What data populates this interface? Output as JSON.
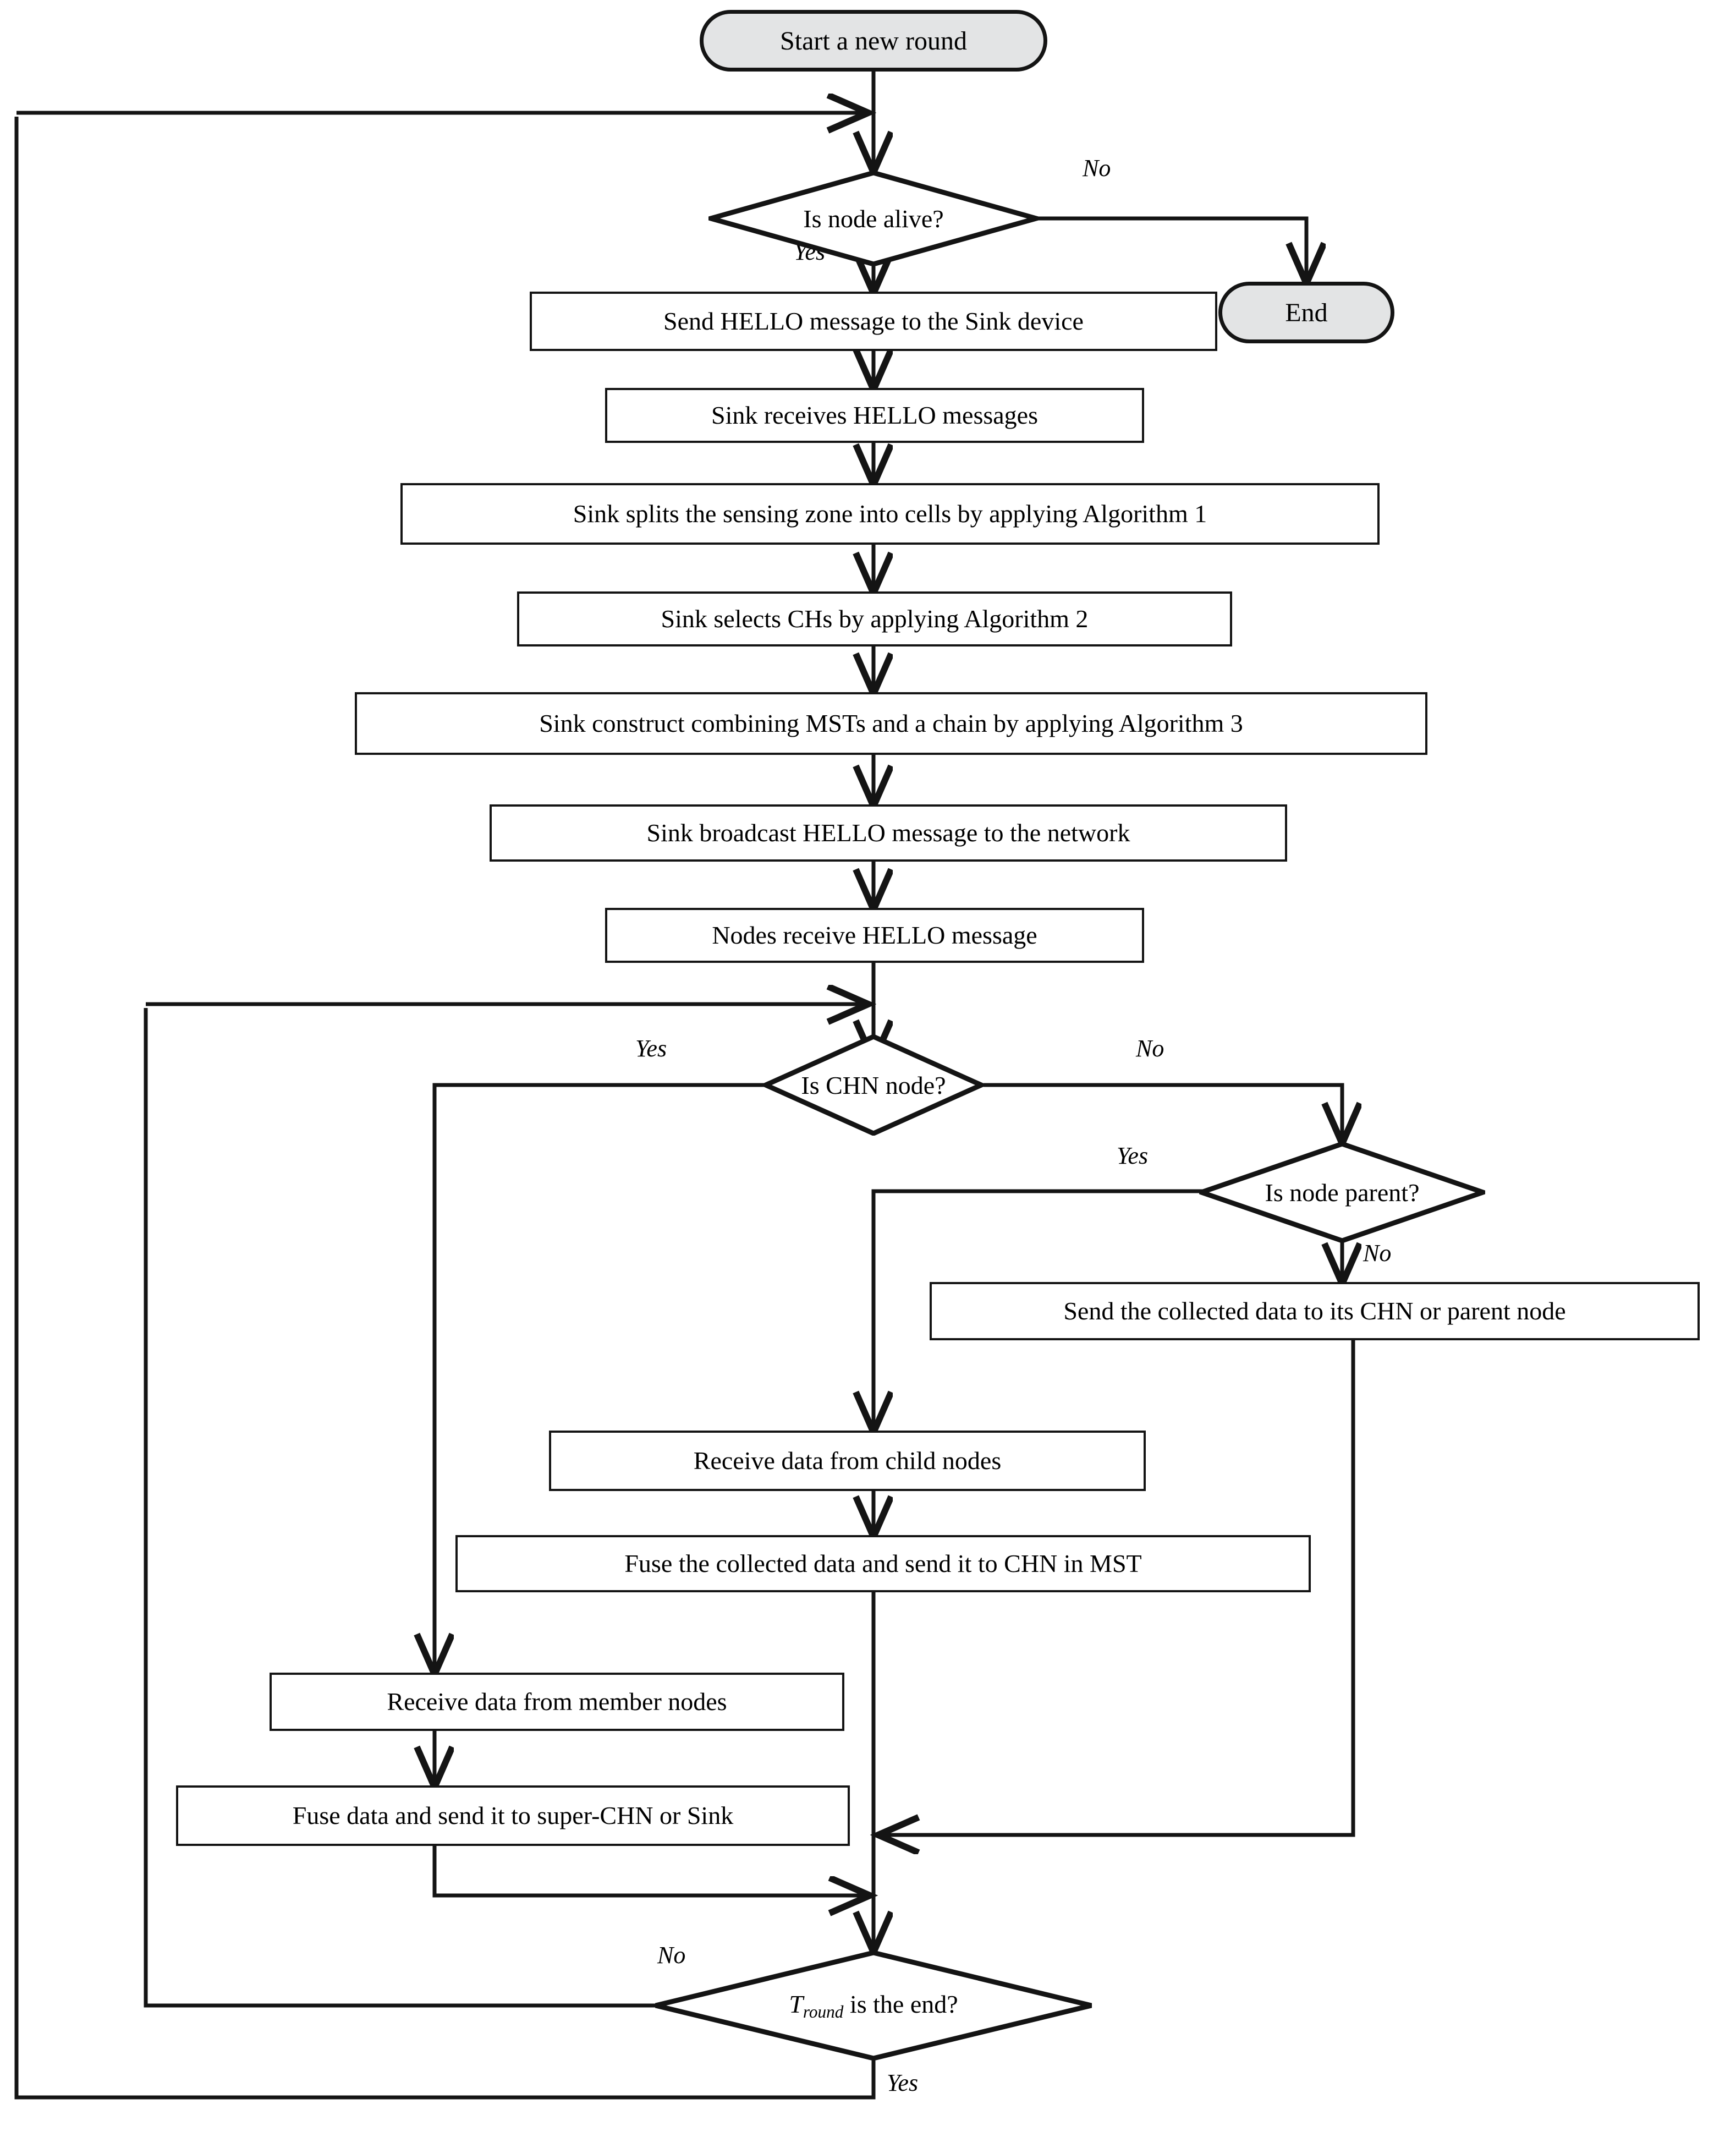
{
  "diagram": {
    "type": "flowchart",
    "title": "Round operation flowchart",
    "colors": {
      "stroke": "#141414",
      "terminal_fill": "#e3e4e5",
      "background": "#ffffff"
    },
    "terminals": {
      "start": "Start a new round",
      "end": "End"
    },
    "decisions": {
      "node_alive": "Is node alive?",
      "chn_node": "Is CHN node?",
      "node_parent": "Is node parent?",
      "round_end_prefix": "T",
      "round_end_sub": "round",
      "round_end_suffix": " is the end?"
    },
    "processes": {
      "p1": "Send HELLO message to the Sink device",
      "p2": "Sink receives HELLO messages",
      "p3": "Sink splits the sensing zone into cells  by applying Algorithm 1",
      "p4": "Sink selects CHs by applying Algorithm 2",
      "p5": "Sink construct combining MSTs and a chain by applying Algorithm 3",
      "p6": "Sink broadcast HELLO message to the network",
      "p7": "Nodes receive HELLO message",
      "p8": "Send the collected data to its CHN or parent node",
      "p9": "Receive data from child nodes",
      "p10": "Fuse the collected data and send it to CHN in MST",
      "p11": "Receive data from member nodes",
      "p12": "Fuse data and send it to super-CHN or Sink"
    },
    "edge_labels": {
      "alive_no": "No",
      "alive_yes": "Yes",
      "chn_yes": "Yes",
      "chn_no": "No",
      "parent_yes": "Yes",
      "parent_no": "No",
      "round_no": "No",
      "round_yes": "Yes"
    }
  }
}
